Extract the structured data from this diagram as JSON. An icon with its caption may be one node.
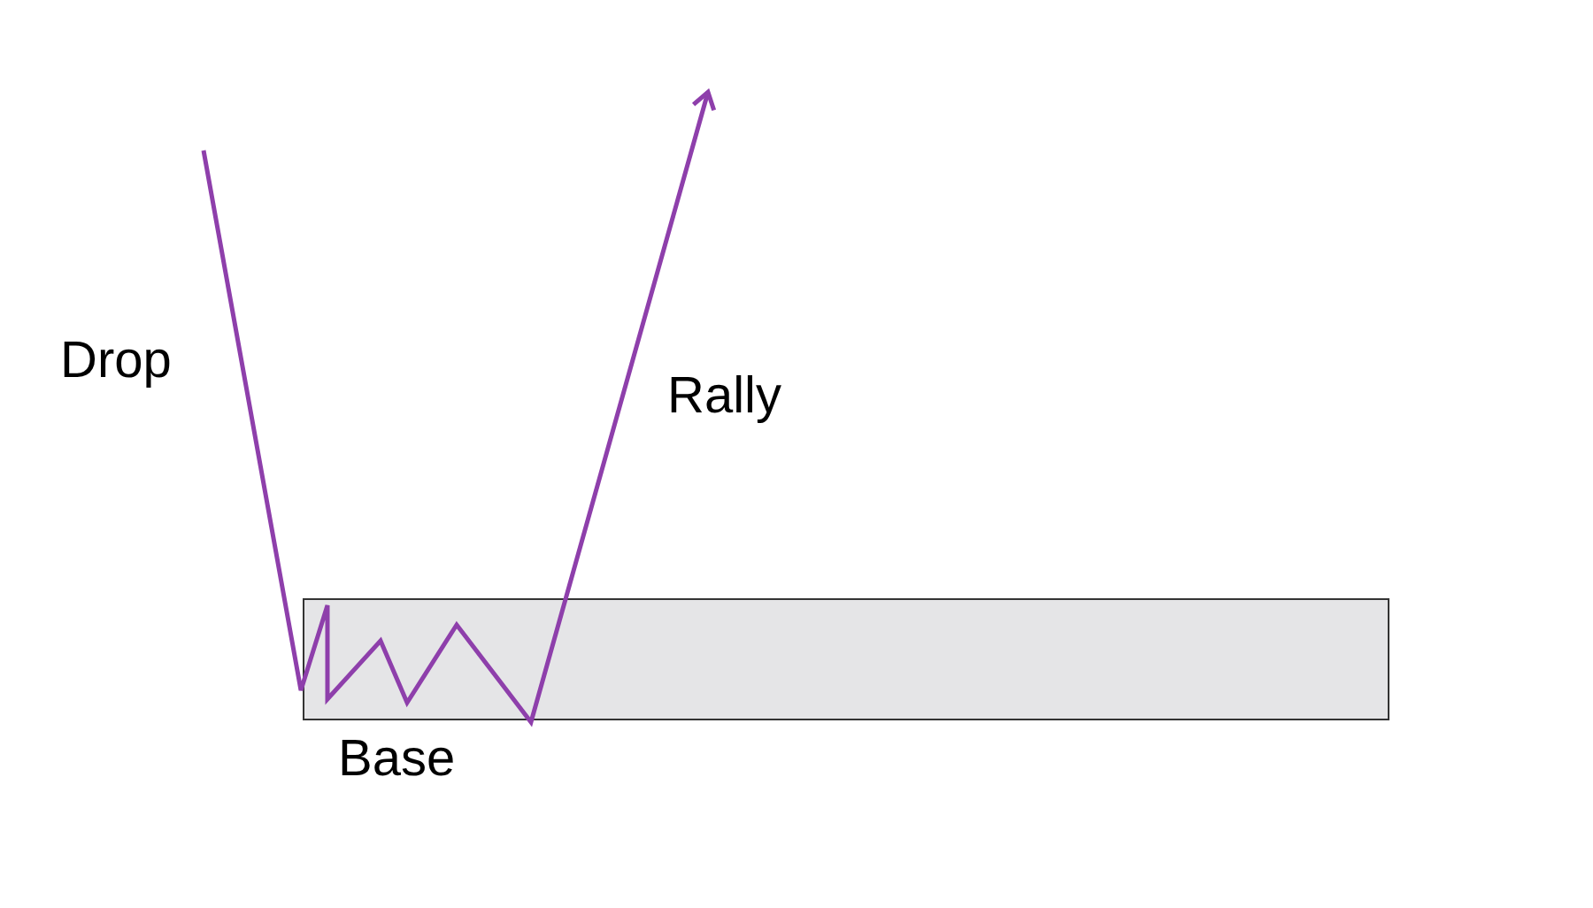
{
  "diagram": {
    "nodes": [
      {
        "text": [
          "Base"
        ]
      }
    ],
    "labels": [
      "Drop",
      "Rally"
    ]
  }
}
